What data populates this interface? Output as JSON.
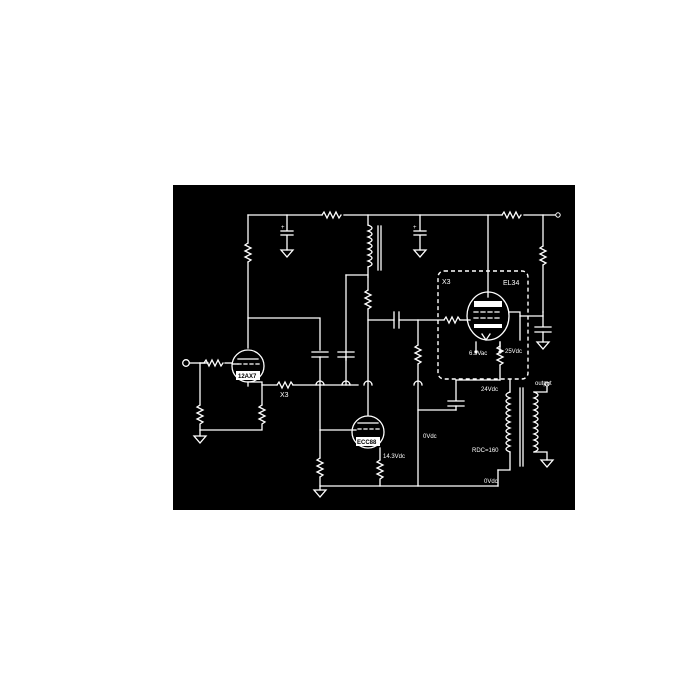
{
  "diagram": {
    "background": "#000000",
    "line_color": "#ffffff",
    "labels": {
      "tube_v1": "12AX7",
      "tube_v2": "ECC88",
      "tube_v3": "EL34",
      "x3_left": "X3",
      "x3_box": "X3",
      "heater_63": "6.3Vac",
      "cathode_25": "25Vdc",
      "supply_24": "24Vdc",
      "output": "output",
      "cathode_143": "14.3Vdc",
      "zero_a": "0Vdc",
      "zero_b": "0Vdc",
      "rdc": "RDC=160"
    }
  }
}
